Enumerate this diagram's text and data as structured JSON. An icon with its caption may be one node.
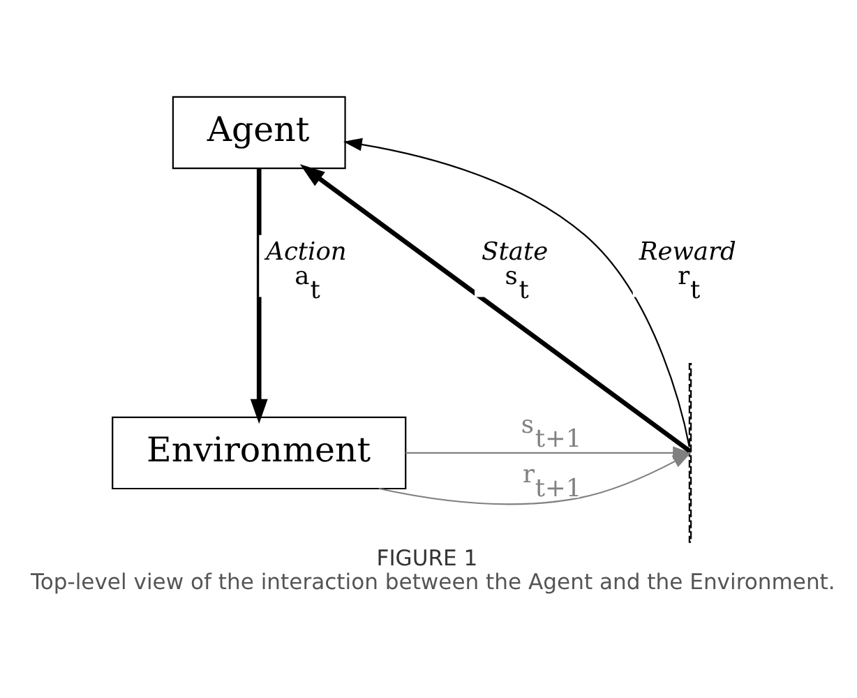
{
  "diagram": {
    "title": "FIGURE 1",
    "caption": "Top-level view of the interaction between the Agent and the Environment.",
    "nodes": [
      {
        "text": [
          "Agent"
        ]
      },
      {
        "text": [
          "Environment"
        ]
      },
      {
        "text": [],
        "shape": "bar"
      }
    ],
    "edges": [
      {
        "from": 0,
        "to": 1,
        "arrow": "to",
        "style": "thick",
        "label": "*Action* a$_{t}$"
      },
      {
        "from": 1,
        "to": 2,
        "arrow": "to",
        "color": "#808080",
        "label": "r$_{t+1}$"
      },
      {
        "from": 1,
        "to": 2,
        "arrow": "to",
        "color": "#808080",
        "label": "s$_{t+1}$"
      },
      {
        "from": 2,
        "to": 0,
        "arrow": "to",
        "style": "thick",
        "label": "*State* s$_{t}$"
      },
      {
        "from": 2,
        "to": 0,
        "arrow": "to",
        "label": "*Reward* r$_{t}$"
      }
    ]
  }
}
